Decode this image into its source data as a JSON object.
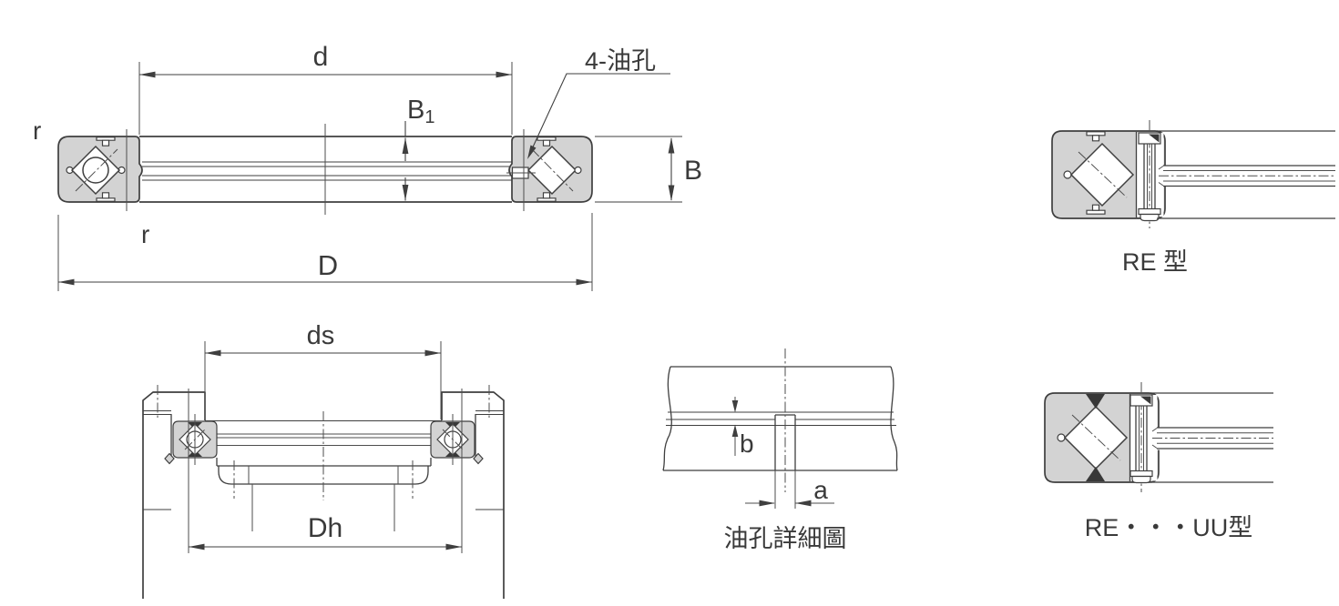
{
  "title": "Crossed roller bearing RE type dimension drawing",
  "colors": {
    "line": "#3f3f3f",
    "section_fill": "#d3d3d3",
    "seal_fill": "#383838",
    "text": "#3a3a3a",
    "background": "#ffffff"
  },
  "labels": {
    "main": {
      "d": "d",
      "b1_base": "B",
      "b1_sub": "1",
      "b": "B",
      "D": "D",
      "r_top": "r",
      "r_bottom": "r",
      "oil_hole_callout": "4-油孔"
    },
    "mounting": {
      "ds": "ds",
      "dh": "Dh"
    },
    "oil_detail": {
      "a": "a",
      "b": "b",
      "caption": "油孔詳細圖"
    },
    "re": {
      "caption": "RE 型"
    },
    "re_uu": {
      "caption": "RE・・・UU型"
    }
  }
}
